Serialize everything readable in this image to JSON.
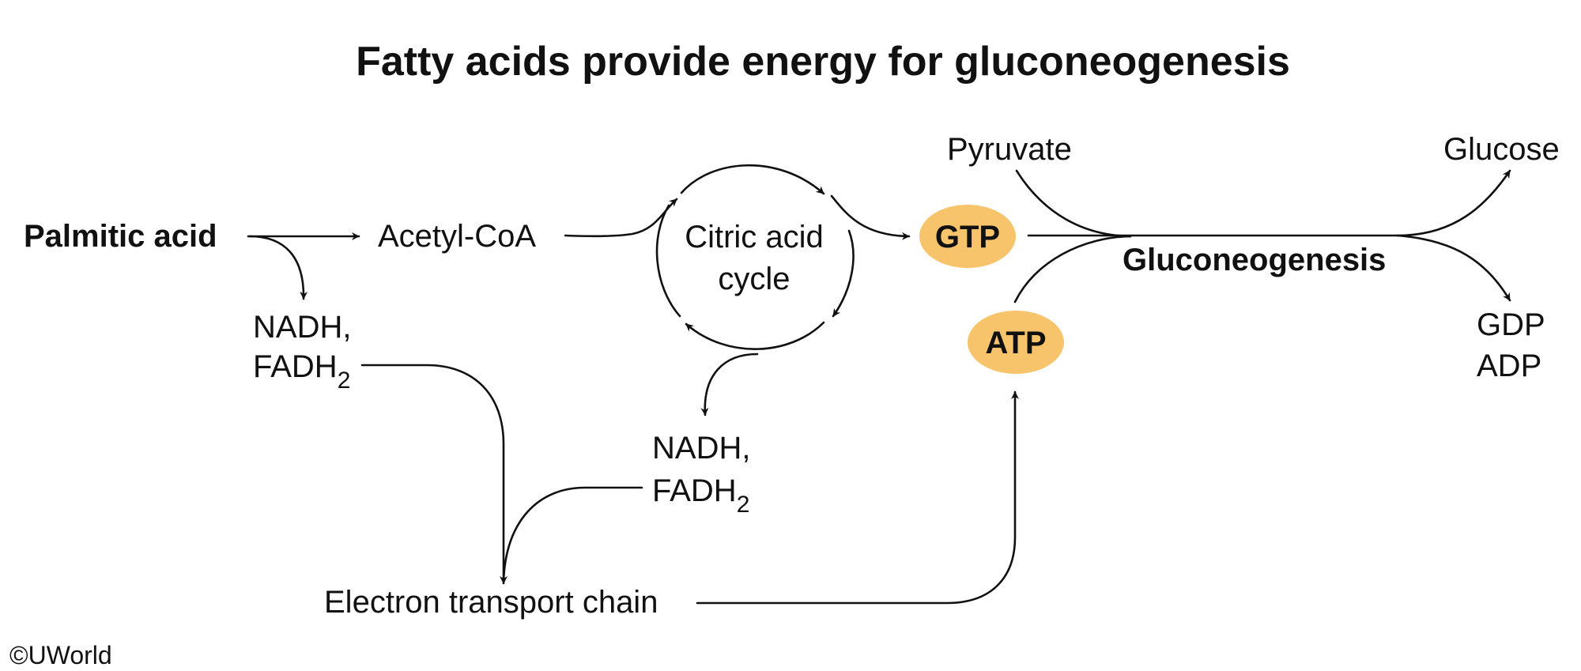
{
  "title": "Fatty acids provide energy for gluconeogenesis",
  "nodes": {
    "palmitic_acid": "Palmitic acid",
    "acetyl_coa": "Acetyl-CoA",
    "citric_cycle_line1": "Citric acid",
    "citric_cycle_line2": "cycle",
    "nadh_1": "NADH,",
    "fadh_base_1": "FADH",
    "fadh_sub_1": "2",
    "nadh_2": "NADH,",
    "fadh_base_2": "FADH",
    "fadh_sub_2": "2",
    "etc": "Electron transport chain",
    "gtp": "GTP",
    "atp": "ATP",
    "pyruvate": "Pyruvate",
    "glucose": "Glucose",
    "gluconeogenesis": "Gluconeogenesis",
    "gdp": "GDP",
    "adp": "ADP"
  },
  "copyright": "©UWorld",
  "colors": {
    "energy_fill": "#f7c46c",
    "text": "#111111",
    "background": "#ffffff"
  }
}
